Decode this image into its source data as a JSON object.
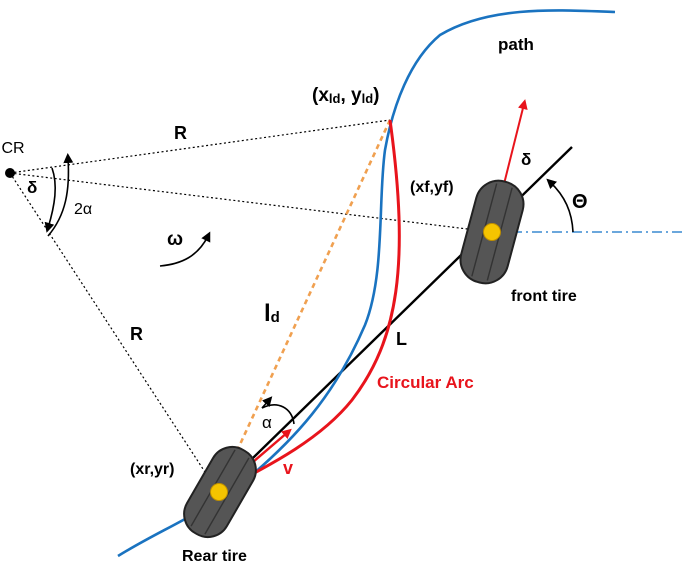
{
  "labels": {
    "path": "path",
    "lookahead_point_x": "(x",
    "lookahead_point_sub1": "ld",
    "lookahead_point_mid": ", y",
    "lookahead_point_sub2": "ld",
    "lookahead_point_end": ")",
    "icr": "ICR",
    "radius_top": "R",
    "radius_bottom": "R",
    "delta_icr": "δ",
    "two_alpha": "2α",
    "omega": "ω",
    "front_point": "(xf,yf)",
    "delta_front": "δ",
    "theta": "Θ",
    "front_tire": "front tire",
    "lookahead_distance_main": "l",
    "lookahead_distance_sub": "d",
    "wheelbase": "L",
    "circular_arc": "Circular Arc",
    "alpha": "α",
    "velocity": "v",
    "rear_point": "(xr,yr)",
    "rear_tire": "Rear tire"
  },
  "colors": {
    "path": "#1a73c0",
    "arc": "#e8141c",
    "lookahead": "#f0a050",
    "tire": "#555555",
    "axle": "#f5c400",
    "dashdot": "#3a8ad0"
  }
}
